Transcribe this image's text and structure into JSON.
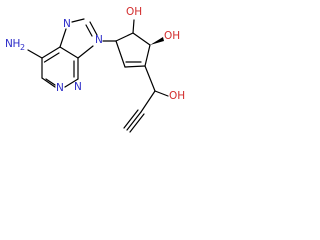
{
  "molecule": {
    "atom_labels": {
      "nh2": "NH2",
      "n_amine": "N",
      "h2_amine": "H",
      "n1": "N",
      "n3": "N",
      "n7": "N",
      "n9": "N",
      "oh_top": "OH",
      "oh_right": "OH",
      "oh_side": "OH",
      "h_on_n": "H",
      "sub_2": "2"
    },
    "colors": {
      "nitrogen": "#2c2cc8",
      "oxygen": "#d22c2c",
      "carbon": "#000000"
    }
  }
}
